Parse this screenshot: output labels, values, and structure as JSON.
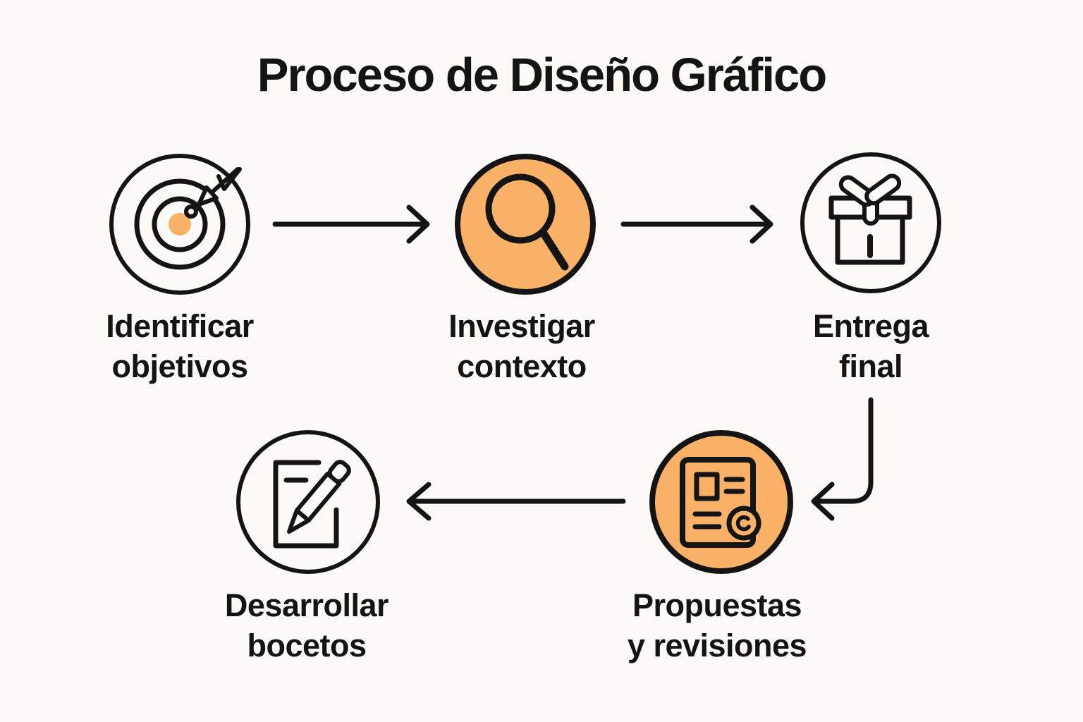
{
  "title": "Proceso de Diseño Gráfico",
  "colors": {
    "background": "#FBFAF7",
    "ink": "#141414",
    "accent": "#F9B167"
  },
  "steps": [
    {
      "name": "identificar-objetivos",
      "icon": "target-dart-icon",
      "label_line1": "Identificar",
      "label_line2": "objetivos",
      "highlighted": false
    },
    {
      "name": "investigar-contexto",
      "icon": "magnifier-icon",
      "label_line1": "Investigar",
      "label_line2": "contexto",
      "highlighted": true
    },
    {
      "name": "entrega-final",
      "icon": "gift-icon",
      "label_line1": "Entrega",
      "label_line2": "final",
      "highlighted": false
    },
    {
      "name": "propuestas-y-revisiones",
      "icon": "document-revision-icon",
      "label_line1": "Propuestas",
      "label_line2": "y revisiones",
      "highlighted": true
    },
    {
      "name": "desarrollar-bocetos",
      "icon": "page-pencil-icon",
      "label_line1": "Desarrollar",
      "label_line2": "bocetos",
      "highlighted": false
    }
  ],
  "connections": [
    {
      "from": "identificar-objetivos",
      "to": "investigar-contexto",
      "shape": "straight-right"
    },
    {
      "from": "investigar-contexto",
      "to": "entrega-final",
      "shape": "straight-right"
    },
    {
      "from": "entrega-final",
      "to": "propuestas-y-revisiones",
      "shape": "down-then-left"
    },
    {
      "from": "propuestas-y-revisiones",
      "to": "desarrollar-bocetos",
      "shape": "straight-left"
    }
  ]
}
